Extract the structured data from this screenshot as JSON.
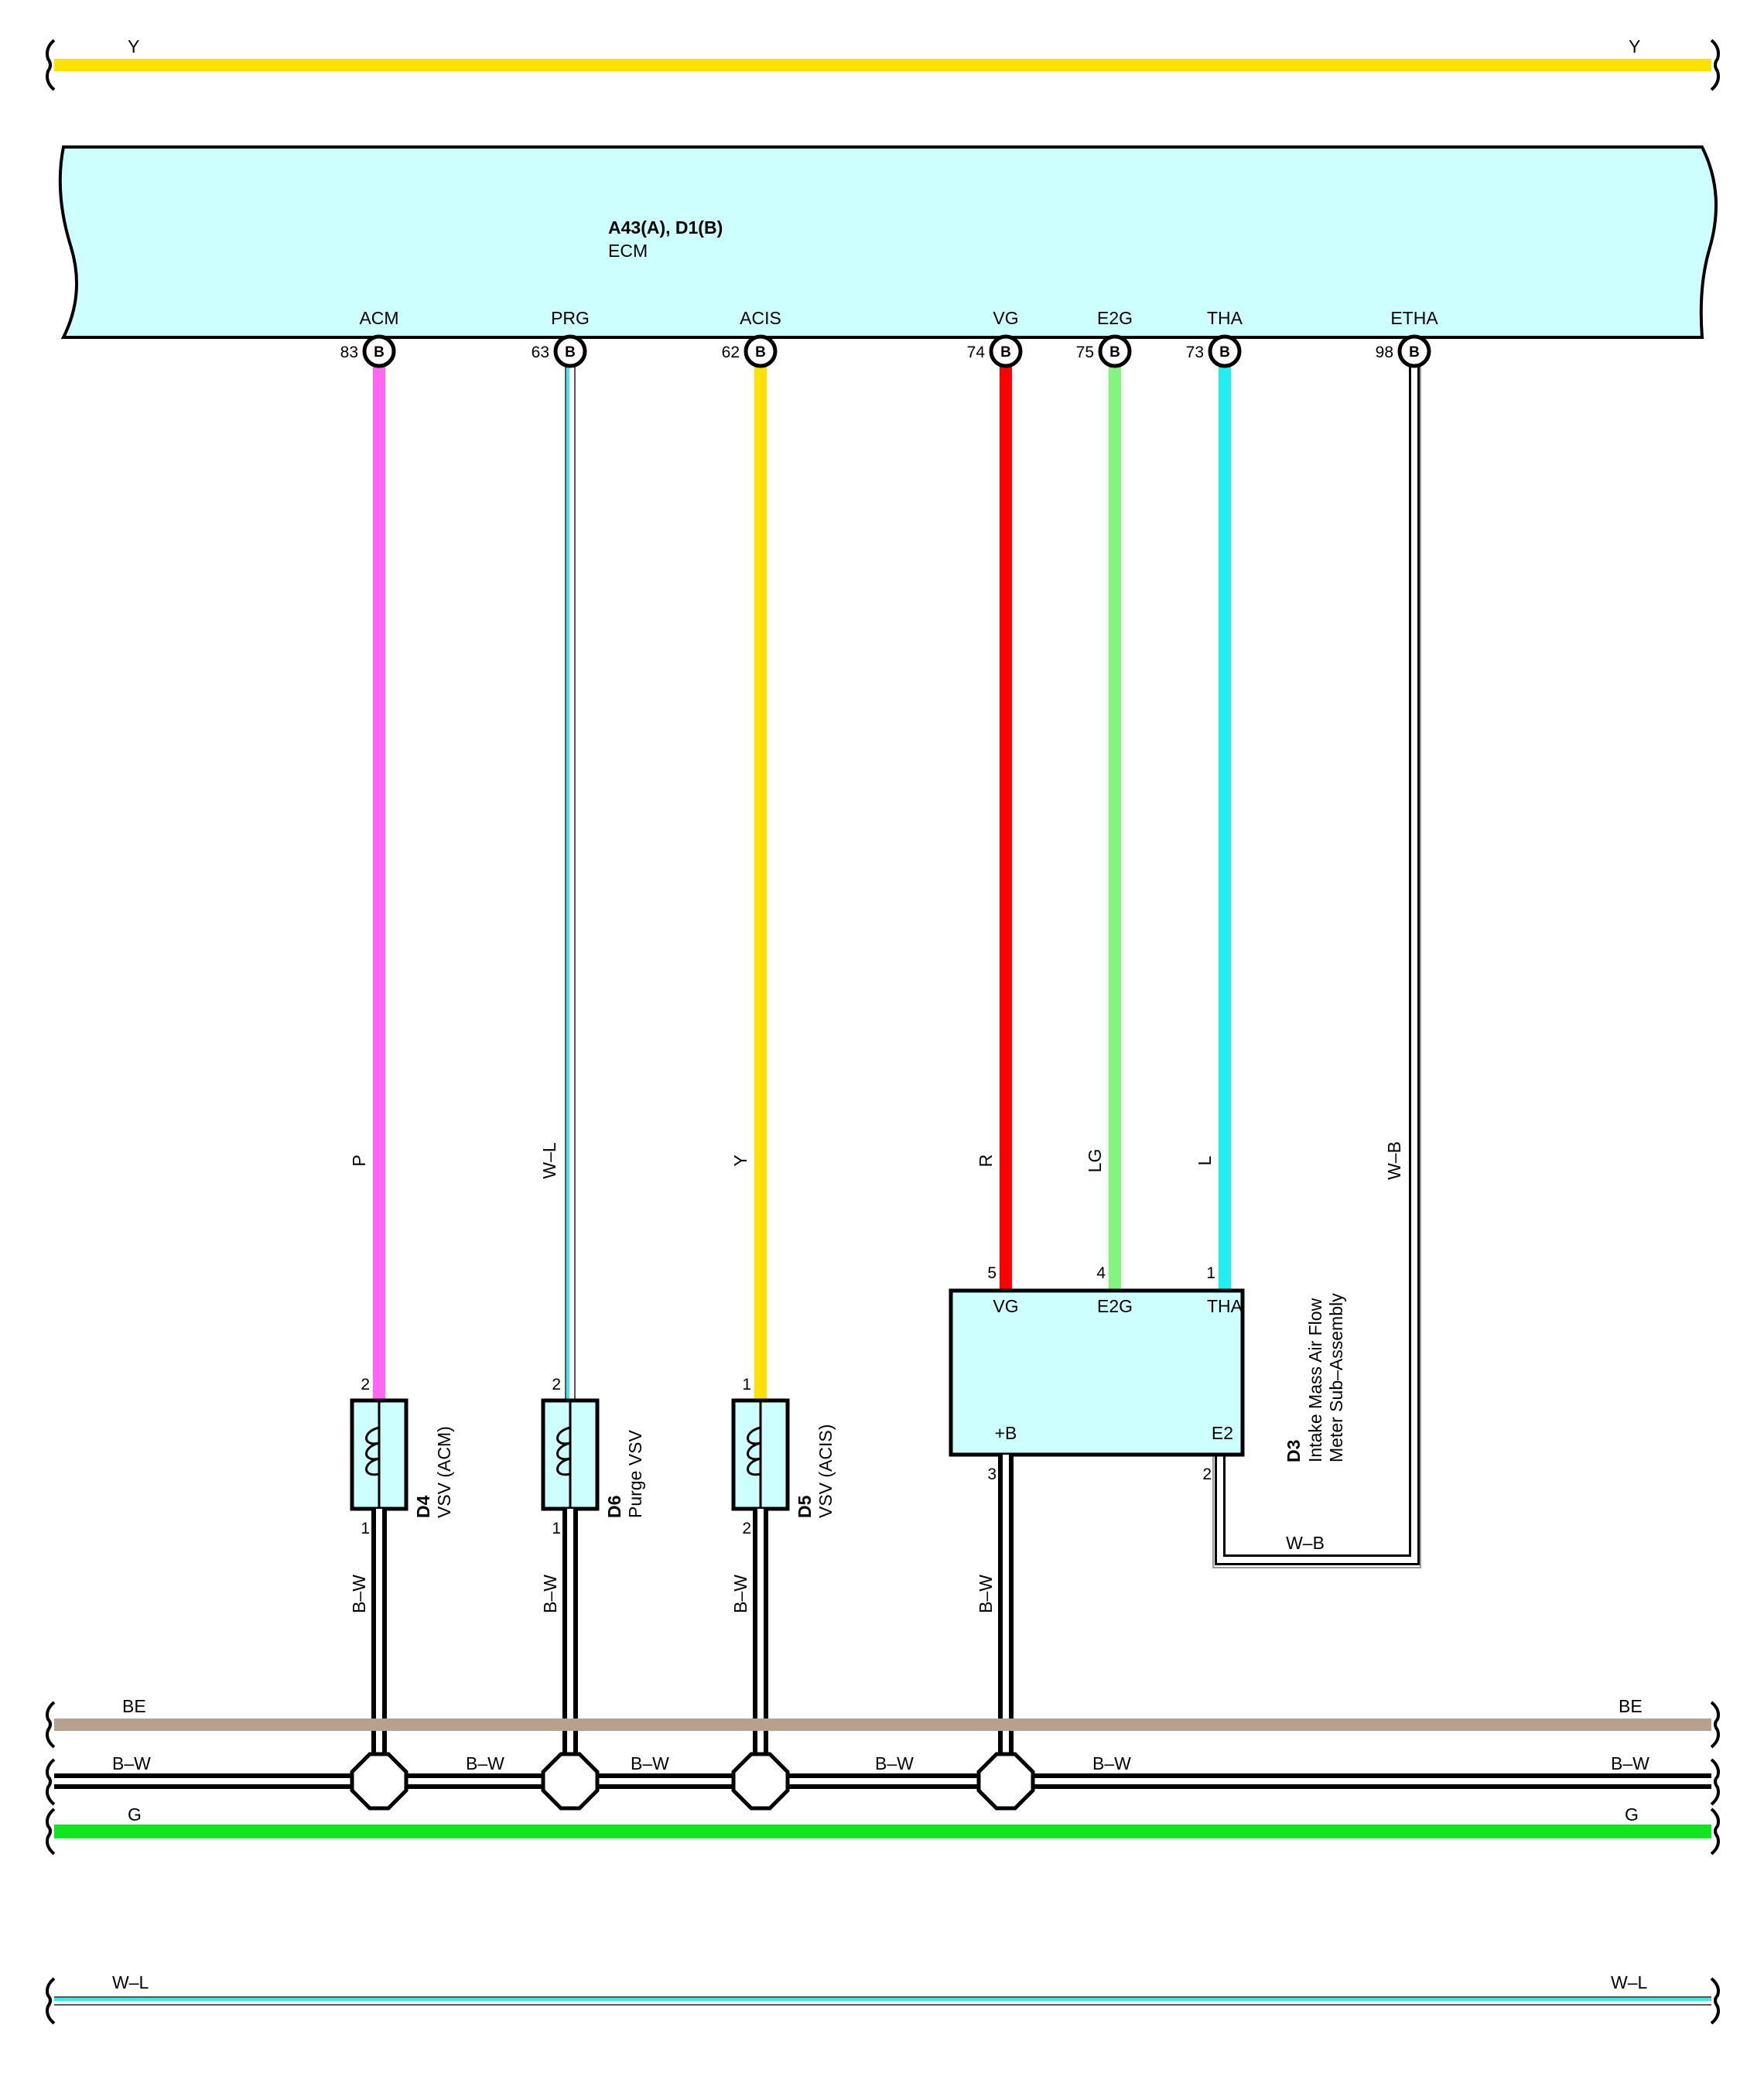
{
  "buses": {
    "y": {
      "label": "Y",
      "color": "#ffe100"
    },
    "be": {
      "label": "BE",
      "color": "#b8a08e"
    },
    "bw": {
      "label": "B–W"
    },
    "g": {
      "label": "G",
      "color": "#11e51f"
    },
    "wl": {
      "label": "W–L",
      "color": "#3be8f0"
    }
  },
  "ecm": {
    "title": "A43(A), D1(B)",
    "subtitle": "ECM",
    "fill": "#ccfffe",
    "terminals": [
      {
        "name": "ACM",
        "pin": "83",
        "conn": "B"
      },
      {
        "name": "PRG",
        "pin": "63",
        "conn": "B"
      },
      {
        "name": "ACIS",
        "pin": "62",
        "conn": "B"
      },
      {
        "name": "VG",
        "pin": "74",
        "conn": "B"
      },
      {
        "name": "E2G",
        "pin": "75",
        "conn": "B"
      },
      {
        "name": "THA",
        "pin": "73",
        "conn": "B"
      },
      {
        "name": "ETHA",
        "pin": "98",
        "conn": "B"
      }
    ]
  },
  "wires": [
    {
      "label": "P",
      "color": "#ff66f2"
    },
    {
      "label": "W–L",
      "color": "#3be8f0"
    },
    {
      "label": "Y",
      "color": "#ffe100"
    },
    {
      "label": "R",
      "color": "#ff0000"
    },
    {
      "label": "LG",
      "color": "#80f77c"
    },
    {
      "label": "L",
      "color": "#22eef2"
    },
    {
      "label": "W–B",
      "color": "#ffffff"
    }
  ],
  "vsvs": [
    {
      "id": "D4",
      "name": "VSV (ACM)",
      "pin_top": "2",
      "pin_bottom": "1",
      "ground_label": "B–W"
    },
    {
      "id": "D6",
      "name": "Purge VSV",
      "pin_top": "2",
      "pin_bottom": "1",
      "ground_label": "B–W"
    },
    {
      "id": "D5",
      "name": "VSV (ACIS)",
      "pin_top": "1",
      "pin_bottom": "2",
      "ground_label": "B–W"
    }
  ],
  "maf": {
    "id": "D3",
    "name_line1": "Intake Mass Air Flow",
    "name_line2": "Meter Sub–Assembly",
    "t_vg": "VG",
    "p_vg": "5",
    "t_e2g": "E2G",
    "p_e2g": "4",
    "t_tha": "THA",
    "p_tha": "1",
    "t_b": "+B",
    "p_b": "3",
    "t_e2": "E2",
    "p_e2": "2",
    "ground_label": "B–W",
    "e2_wire_label": "W–B"
  }
}
